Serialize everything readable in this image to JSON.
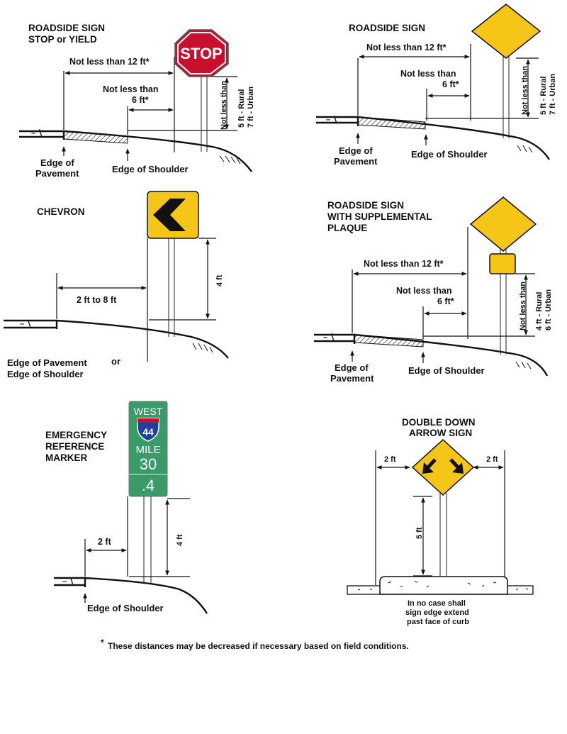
{
  "panels": {
    "stop": {
      "title1": "ROADSIDE SIGN",
      "title2": "STOP or YIELD",
      "dim_12": "Not less than 12 ft*",
      "dim_6a": "Not less than",
      "dim_6b": "6 ft*",
      "vert1": "Not less than",
      "vert2": "5 ft - Rural",
      "vert3": "7 ft - Urban",
      "sign_text": "STOP",
      "edge_pav1": "Edge of",
      "edge_pav2": "Pavement",
      "edge_shoulder": "Edge of Shoulder"
    },
    "roadside": {
      "title1": "ROADSIDE SIGN",
      "dim_12": "Not less than 12 ft*",
      "dim_6a": "Not less than",
      "dim_6b": "6 ft*",
      "vert1": "Not less than",
      "vert2": "5 ft - Rural",
      "vert3": "7 ft - Urban",
      "edge_pav1": "Edge of",
      "edge_pav2": "Pavement",
      "edge_shoulder": "Edge of Shoulder"
    },
    "chevron": {
      "title1": "CHEVRON",
      "dim_h": "2 ft to 8 ft",
      "vert1": "4 ft",
      "edge1": "Edge of Pavement",
      "edge_or": "or",
      "edge2": "Edge of Shoulder"
    },
    "plaque": {
      "title1": "ROADSIDE SIGN",
      "title2": "WITH SUPPLEMENTAL",
      "title3": "PLAQUE",
      "dim_12": "Not less than 12 ft*",
      "dim_6a": "Not less than",
      "dim_6b": "6 ft*",
      "vert1": "Not less than",
      "vert2": "4 ft - Rural",
      "vert3": "6 ft - Urban",
      "edge_pav1": "Edge of",
      "edge_pav2": "Pavement",
      "edge_shoulder": "Edge of Shoulder"
    },
    "marker": {
      "title1": "EMERGENCY",
      "title2": "REFERENCE",
      "title3": "MARKER",
      "sign_west": "WEST",
      "sign_route": "44",
      "sign_mile": "MILE",
      "sign_num": "30",
      "sign_dec": ".4",
      "dim_h": "2 ft",
      "vert1": "4 ft",
      "edge_shoulder": "Edge of Shoulder"
    },
    "double": {
      "title1": "DOUBLE DOWN",
      "title2": "ARROW SIGN",
      "dim_left": "2 ft",
      "dim_right": "2 ft",
      "vert1": "5 ft",
      "note1": "In no case shall",
      "note2": "sign edge extend",
      "note3": "past face of curb"
    }
  },
  "footnote_star": "*",
  "footnote": "These distances may be decreased if necessary based on field conditions.",
  "colors": {
    "stop_red": "#c8102e",
    "warning_yellow": "#f5c518",
    "guide_green": "#3a9a68"
  }
}
